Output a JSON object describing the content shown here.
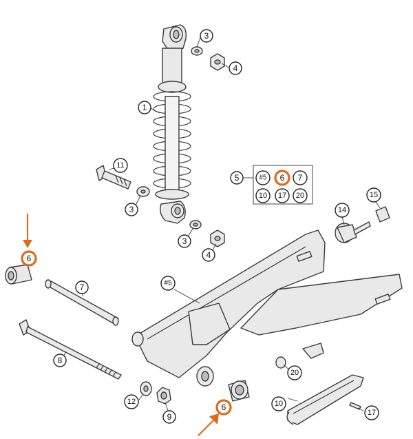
{
  "diagram": {
    "callouts": {
      "c1": "1",
      "c3a": "3",
      "c4a": "4",
      "c11": "11",
      "c3b": "3",
      "c3c": "3",
      "c4b": "4",
      "c5": "5",
      "c14": "14",
      "c15": "15",
      "c6a": "6",
      "c7": "7",
      "c8": "8",
      "c5b": "#5",
      "c20": "20",
      "c12": "12",
      "c9": "9",
      "c6b": "6",
      "c10": "10",
      "c17": "17"
    },
    "kit": {
      "items": [
        "#5",
        "6",
        "7",
        "10",
        "17",
        "20"
      ],
      "highlighted": "6"
    },
    "highlight_color": "#e06a1a"
  }
}
